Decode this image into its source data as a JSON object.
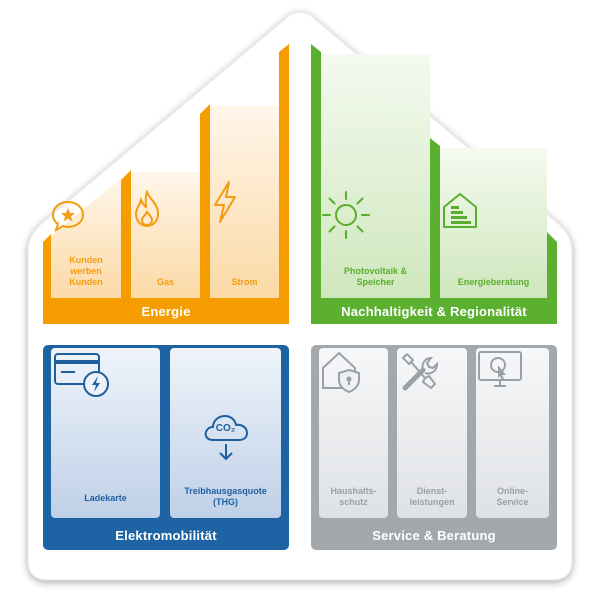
{
  "colors": {
    "orange": "#f59c00",
    "green": "#5bb030",
    "blue": "#1e63a4",
    "grey": "#a3a8ad"
  },
  "energie": {
    "title": "Energie",
    "tiles": [
      {
        "label": "Kunden\nwerben\nKunden",
        "icon": "star-speech-bubble-icon"
      },
      {
        "label": "Gas",
        "icon": "flame-icon"
      },
      {
        "label": "Strom",
        "icon": "lightning-icon"
      }
    ]
  },
  "nachhaltigkeit": {
    "title": "Nachhaltigkeit & Regionalität",
    "tiles": [
      {
        "label": "Photovoltaik &\nSpeicher",
        "icon": "sun-icon"
      },
      {
        "label": "Energieberatung",
        "icon": "energy-label-house-icon"
      }
    ]
  },
  "elektromobilitaet": {
    "title": "Elektromobilität",
    "tiles": [
      {
        "label": "Ladekarte",
        "icon": "charging-card-icon"
      },
      {
        "label": "Treibhausgasquote\n(THG)",
        "icon": "co2-cloud-icon",
        "icon_text": "CO₂"
      }
    ]
  },
  "service": {
    "title": "Service & Beratung",
    "tiles": [
      {
        "label": "Haushalts-\nschutz",
        "icon": "house-shield-icon"
      },
      {
        "label": "Dienst-\nleistungen",
        "icon": "tools-icon"
      },
      {
        "label": "Online-\nService",
        "icon": "monitor-click-icon"
      }
    ]
  }
}
